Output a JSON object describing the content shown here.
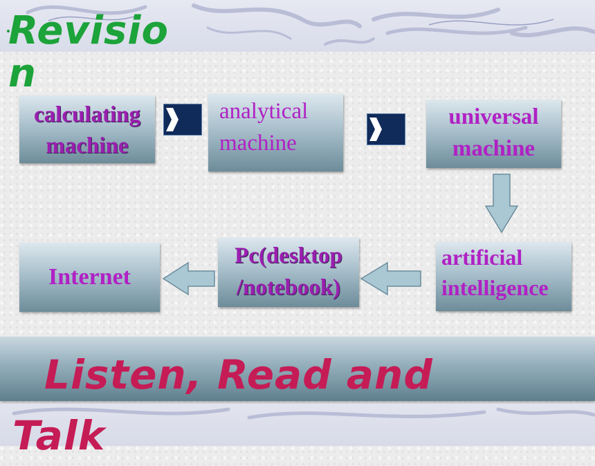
{
  "slide": {
    "title": "Revision",
    "subtitle": "Listen, Read and Talk"
  },
  "flow": {
    "nodes": [
      {
        "id": "calculating",
        "text": "calculating machine"
      },
      {
        "id": "analytical",
        "text": "analytical machine"
      },
      {
        "id": "universal",
        "text": "universal machine"
      },
      {
        "id": "ai",
        "text": "artificial intelligence"
      },
      {
        "id": "pc",
        "text": "Pc(desktop /notebook)"
      },
      {
        "id": "internet",
        "text": "Internet"
      }
    ],
    "edges": [
      [
        "calculating",
        "analytical"
      ],
      [
        "analytical",
        "universal"
      ],
      [
        "universal",
        "ai"
      ],
      [
        "ai",
        "pc"
      ],
      [
        "pc",
        "internet"
      ]
    ]
  },
  "colors": {
    "title": "#1ca33a",
    "subtitle": "#c51c56",
    "node_text": "#b021c4",
    "arrow_fill": "#a9c8d4"
  }
}
